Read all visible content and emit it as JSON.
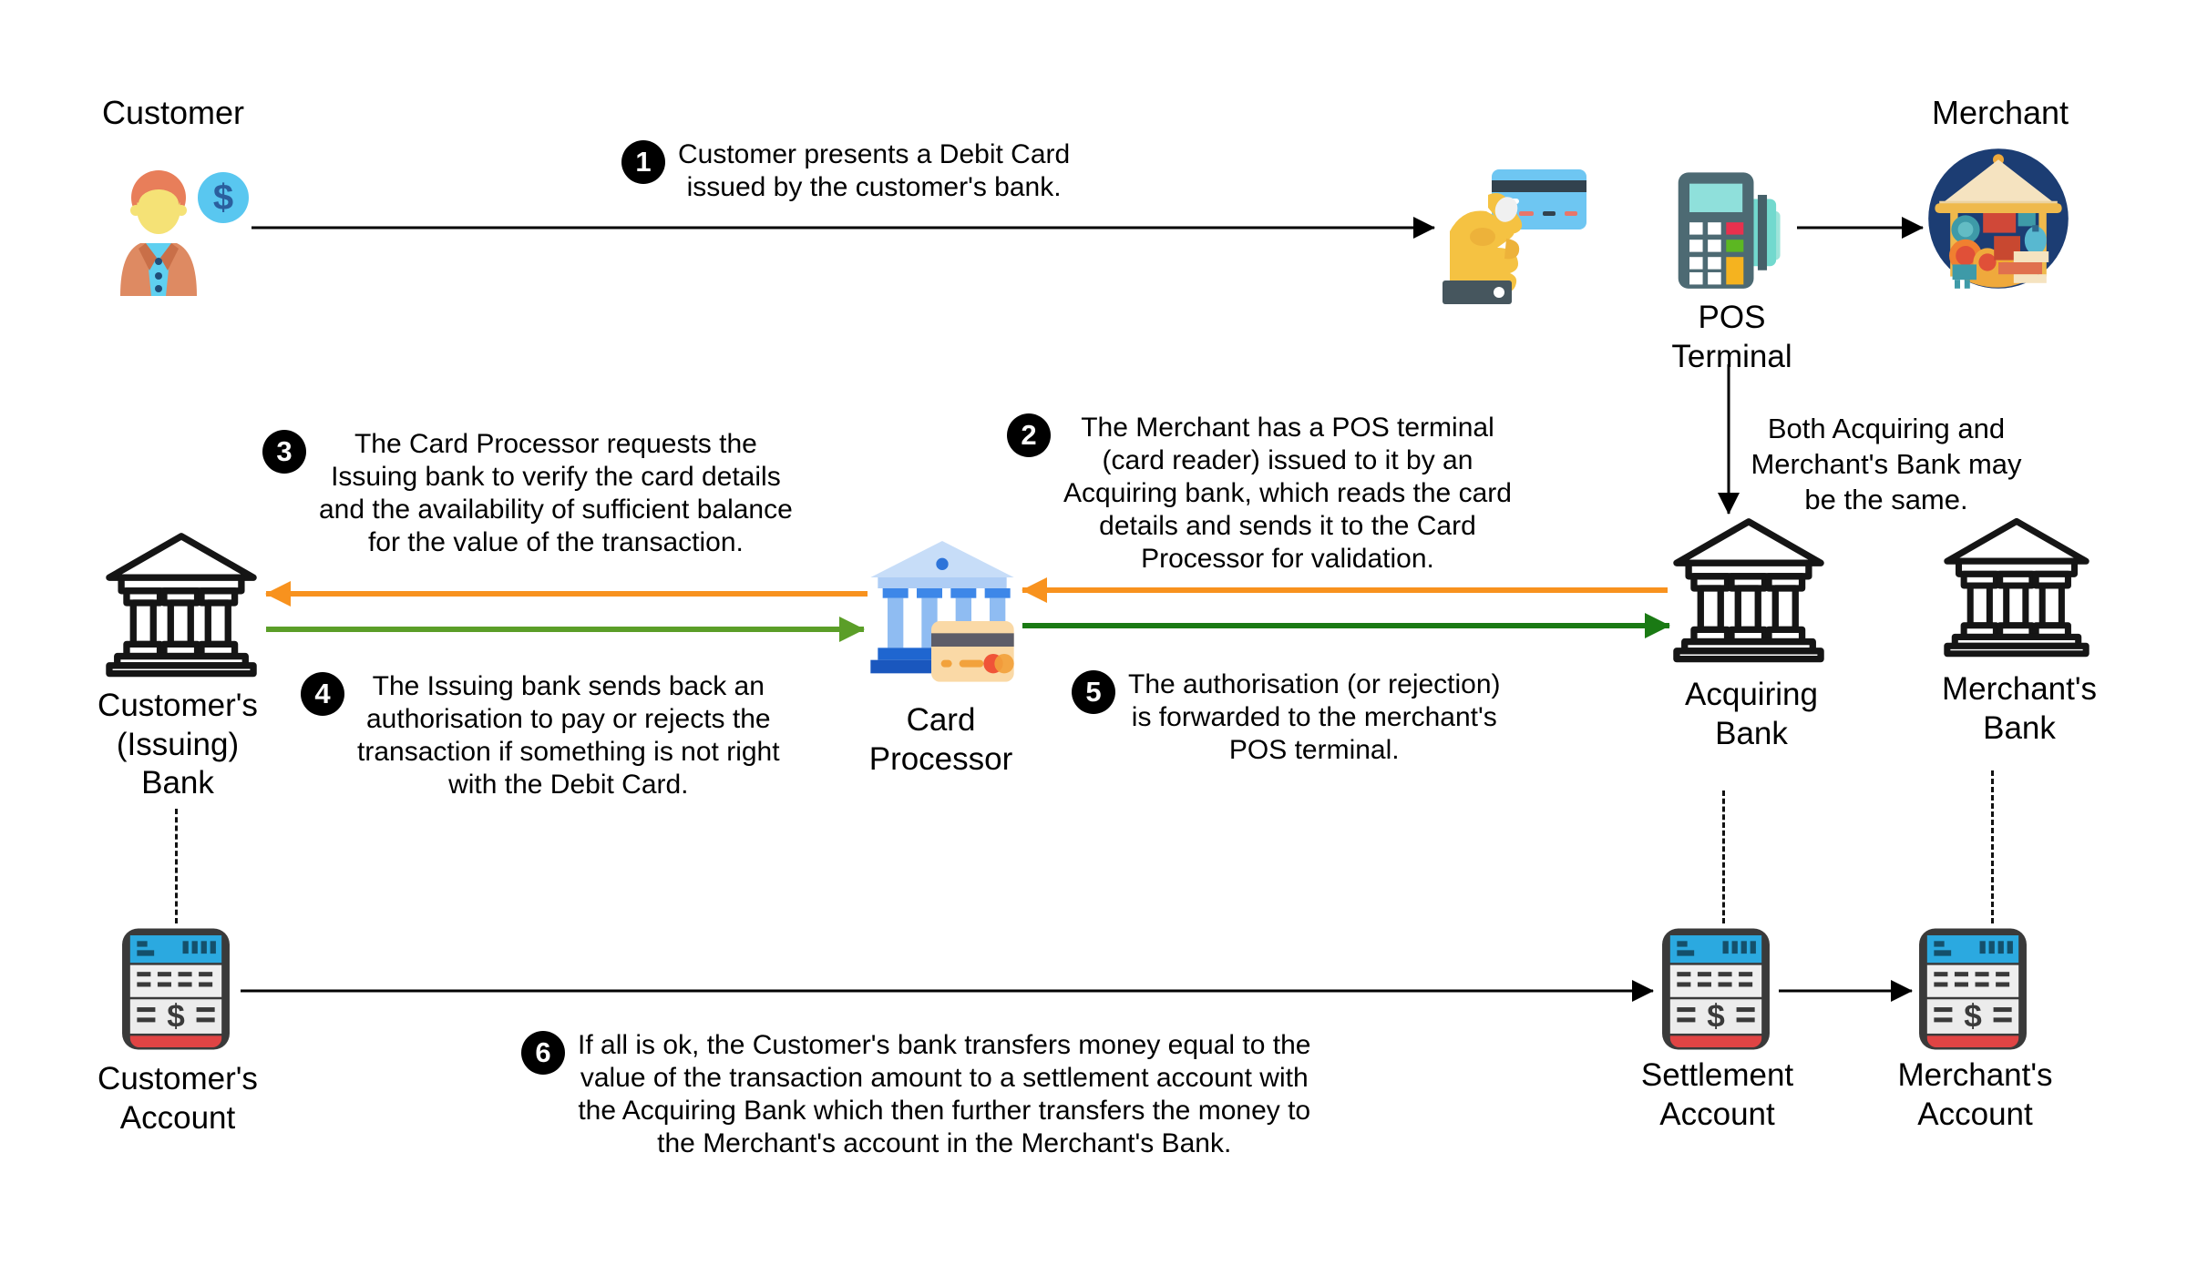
{
  "nodes": {
    "customer": {
      "label": "Customer"
    },
    "pos_terminal": {
      "label": "POS\nTerminal"
    },
    "merchant": {
      "label": "Merchant"
    },
    "issuing_bank": {
      "label": "Customer's\n(Issuing)\nBank"
    },
    "card_processor": {
      "label": "Card\nProcessor"
    },
    "acquiring_bank": {
      "label": "Acquiring\nBank"
    },
    "merchants_bank": {
      "label": "Merchant's\nBank"
    },
    "customers_account": {
      "label": "Customer's\nAccount"
    },
    "settlement_account": {
      "label": "Settlement\nAccount"
    },
    "merchants_account": {
      "label": "Merchant's\nAccount"
    }
  },
  "steps": [
    {
      "number": "1",
      "text": "Customer presents a Debit Card\nissued by the customer's bank."
    },
    {
      "number": "2",
      "text": "The Merchant has a POS terminal\n(card reader) issued to it by an\nAcquiring bank, which reads the card\ndetails and sends it to the Card\nProcessor for validation."
    },
    {
      "number": "3",
      "text": "The Card Processor requests the\nIssuing bank to verify the card details\nand the availability of sufficient balance\nfor the value of the transaction."
    },
    {
      "number": "4",
      "text": "The Issuing bank sends back an\nauthorisation to pay or rejects the\ntransaction if something is not right\nwith the Debit Card."
    },
    {
      "number": "5",
      "text": "The authorisation (or rejection)\nis forwarded to the merchant's\nPOS terminal."
    },
    {
      "number": "6",
      "text": "If all is ok, the Customer's bank transfers money equal to the\nvalue of the transaction amount to a settlement account with\nthe Acquiring Bank which then further transfers the money to\nthe Merchant's account in the Merchant's Bank."
    }
  ],
  "note": {
    "text": "Both Acquiring and\nMerchant's Bank may\nbe the same."
  },
  "glyphs": {
    "dollar": "$"
  },
  "colors": {
    "arrow_black": "#000000",
    "arrow_orange": "#F8921E",
    "arrow_green_light": "#5B9E28",
    "arrow_green_dark": "#1A7A14"
  },
  "icons": [
    "customer-person-icon",
    "dollar-coin-icon",
    "hand-holding-card-icon",
    "pos-terminal-icon",
    "merchant-stall-icon",
    "bank-building-icon",
    "card-processor-icon",
    "account-register-icon"
  ]
}
